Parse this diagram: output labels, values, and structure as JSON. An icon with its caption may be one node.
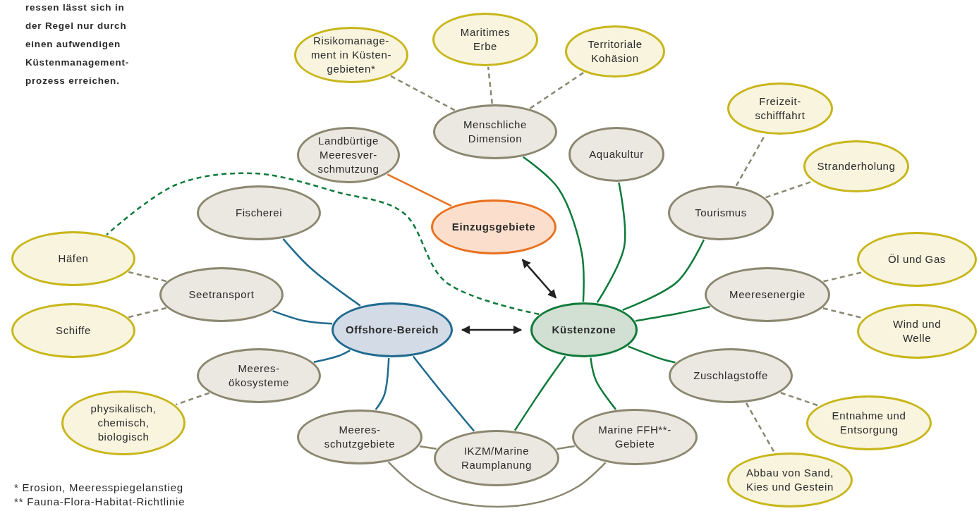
{
  "diagram": {
    "nodes": [
      {
        "text": [
          "Risikomanage- ment in Küsten- gebieten*"
        ]
      },
      {
        "text": [
          "Maritimes Erbe"
        ]
      },
      {
        "text": [
          "Territoriale Kohäsion"
        ]
      },
      {
        "text": [
          "Menschliche Dimension"
        ]
      },
      {
        "text": [
          "Landbürtige Meeresver- schmutzung"
        ]
      },
      {
        "text": [
          "Freizeit- schifffahrt"
        ]
      },
      {
        "text": [
          "Aquakultur"
        ]
      },
      {
        "text": [
          "Stranderholung"
        ]
      },
      {
        "text": [
          "Fischerei"
        ]
      },
      {
        "text": [
          "Tourismus"
        ]
      },
      {
        "text": [
          "Einzugsgebiete"
        ]
      },
      {
        "text": [
          "Häfen"
        ]
      },
      {
        "text": [
          "Öl und Gas"
        ]
      },
      {
        "text": [
          "Seetransport"
        ]
      },
      {
        "text": [
          "Meeresenergie"
        ]
      },
      {
        "text": [
          "Schiffe"
        ]
      },
      {
        "text": [
          "Offshore-Bereich"
        ]
      },
      {
        "text": [
          "Küstenzone"
        ]
      },
      {
        "text": [
          "Wind und Welle"
        ]
      },
      {
        "text": [
          "Meeres- ökosysteme"
        ]
      },
      {
        "text": [
          "Zuschlagstoffe"
        ]
      },
      {
        "text": [
          "physikalisch, chemisch, biologisch"
        ]
      },
      {
        "text": [
          "Entnahme und Entsorgung"
        ]
      },
      {
        "text": [
          "Meeres- schutzgebiete"
        ]
      },
      {
        "text": [
          "IKZM/Marine Raumplanung"
        ]
      },
      {
        "text": [
          "Marine FFH**-Gebiete"
        ]
      },
      {
        "text": [
          "Abbau von Sand, Kies und Gestein"
        ]
      }
    ],
    "edges": [
      {
        "from": 3,
        "to": 0,
        "arrow": "none",
        "style": "dashed"
      },
      {
        "from": 3,
        "to": 1,
        "arrow": "none",
        "style": "dashed"
      },
      {
        "from": 3,
        "to": 2,
        "arrow": "none",
        "style": "dashed"
      },
      {
        "from": 4,
        "to": 10,
        "arrow": "none",
        "color": "#e8701e"
      },
      {
        "from": 17,
        "to": 3,
        "arrow": "none",
        "color": "#0e7a3a"
      },
      {
        "from": 17,
        "to": 6,
        "arrow": "none",
        "color": "#0e7a3a"
      },
      {
        "from": 17,
        "to": 9,
        "arrow": "none",
        "color": "#0e7a3a"
      },
      {
        "from": 9,
        "to": 5,
        "arrow": "none",
        "style": "dashed"
      },
      {
        "from": 9,
        "to": 7,
        "arrow": "none",
        "style": "dashed"
      },
      {
        "from": 10,
        "to": 17,
        "arrow": "both",
        "color": "#222222"
      },
      {
        "from": 17,
        "to": 11,
        "arrow": "none",
        "style": "dashed",
        "color": "#0e7a3a"
      },
      {
        "from": 16,
        "to": 8,
        "arrow": "none",
        "color": "#1f6a8f"
      },
      {
        "from": 13,
        "to": 11,
        "arrow": "none",
        "style": "dashed"
      },
      {
        "from": 13,
        "to": 15,
        "arrow": "none",
        "style": "dashed"
      },
      {
        "from": 16,
        "to": 13,
        "arrow": "none",
        "color": "#1f6a8f"
      },
      {
        "from": 14,
        "to": 12,
        "arrow": "none",
        "style": "dashed"
      },
      {
        "from": 14,
        "to": 18,
        "arrow": "none",
        "style": "dashed"
      },
      {
        "from": 17,
        "to": 14,
        "arrow": "none",
        "color": "#0e7a3a"
      },
      {
        "from": 16,
        "to": 17,
        "arrow": "both",
        "color": "#222222"
      },
      {
        "from": 16,
        "to": 19,
        "arrow": "none",
        "color": "#1f6a8f"
      },
      {
        "from": 17,
        "to": 20,
        "arrow": "none",
        "color": "#0e7a3a"
      },
      {
        "from": 19,
        "to": 21,
        "arrow": "none",
        "style": "dashed"
      },
      {
        "from": 20,
        "to": 22,
        "arrow": "none",
        "style": "dashed"
      },
      {
        "from": 20,
        "to": 26,
        "arrow": "none",
        "style": "dashed"
      },
      {
        "from": 16,
        "to": 23,
        "arrow": "none",
        "color": "#1f6a8f"
      },
      {
        "from": 16,
        "to": 24,
        "arrow": "none",
        "color": "#1f6a8f"
      },
      {
        "from": 17,
        "to": 24,
        "arrow": "none",
        "color": "#0e7a3a"
      },
      {
        "from": 17,
        "to": 25,
        "arrow": "none",
        "color": "#0e7a3a"
      },
      {
        "from": 23,
        "to": 24,
        "arrow": "none"
      },
      {
        "from": 24,
        "to": 25,
        "arrow": "none"
      },
      {
        "from": 23,
        "to": 25,
        "arrow": "none"
      }
    ],
    "labels": [
      "ressen lässt sich in der Regel nur durch einen aufwendigen Küstenmanagement- prozess erreichen.",
      "* Erosion, Meeresspiegelanstieg",
      "** Fauna-Flora-Habitat-Richtlinie"
    ]
  }
}
